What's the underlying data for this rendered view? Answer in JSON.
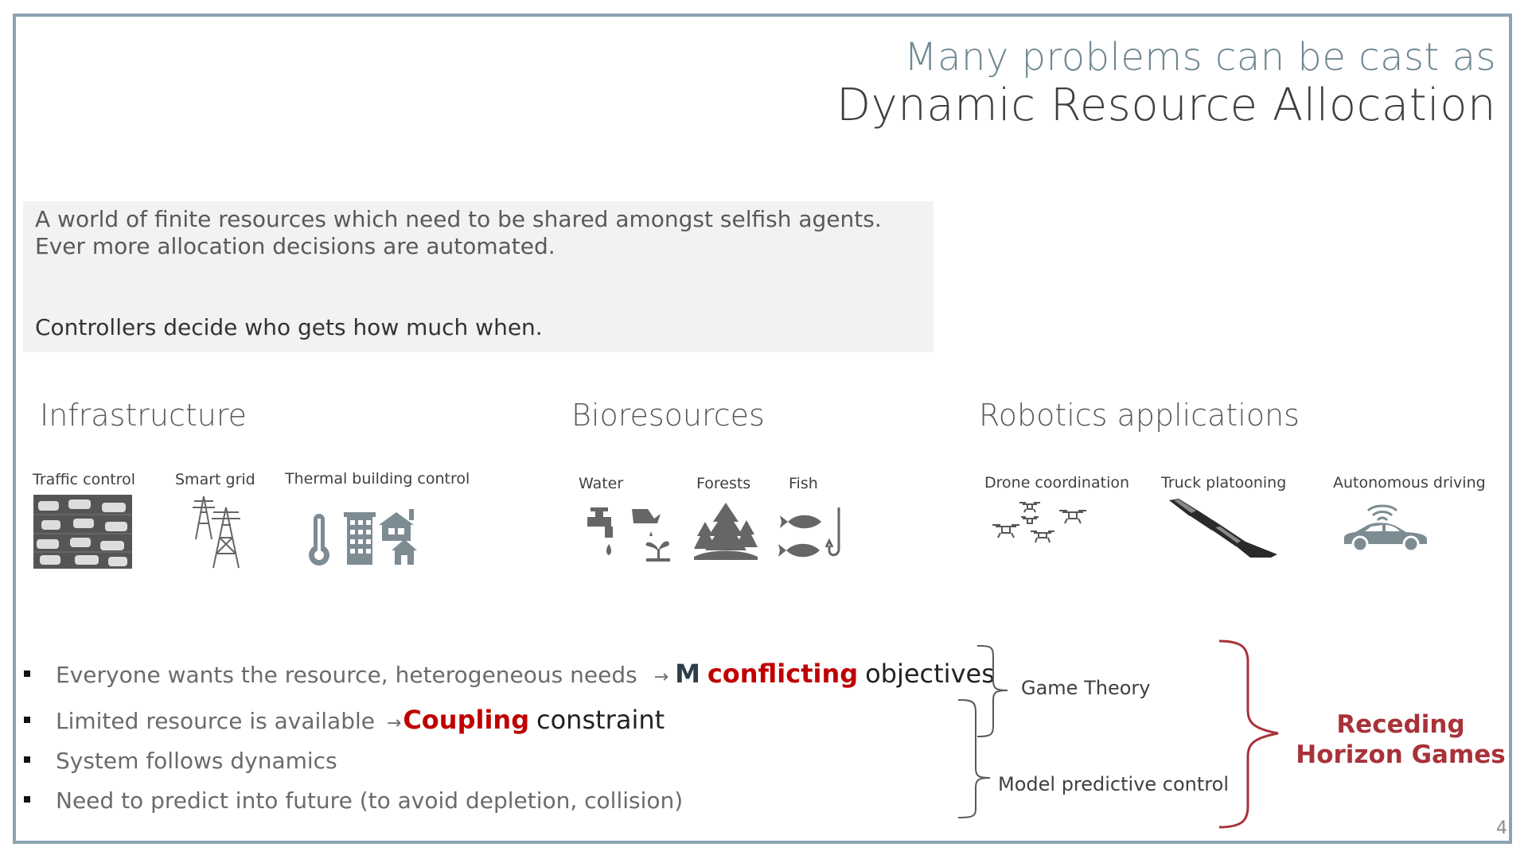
{
  "title": {
    "line1": "Many problems can be cast as",
    "line2": "Dynamic Resource Allocation"
  },
  "intro": {
    "line1": "A world of finite resources which need to be shared amongst selfish agents.",
    "line2": "Ever more allocation decisions are automated.",
    "bold": "Controllers decide who gets how much when."
  },
  "categories": {
    "infrastructure": {
      "heading": "Infrastructure",
      "items": [
        "Traffic control",
        "Smart grid",
        "Thermal building control"
      ]
    },
    "bioresources": {
      "heading": "Bioresources",
      "items": [
        "Water",
        "Forests",
        "Fish"
      ]
    },
    "robotics": {
      "heading": "Robotics applications",
      "items": [
        "Drone coordination",
        "Truck platooning",
        "Autonomous driving"
      ]
    }
  },
  "bullets": {
    "b1": {
      "text": "Everyone wants the resource, heterogeneous needs",
      "arrow": "→",
      "m": "M",
      "red": "conflicting",
      "tail": "objectives"
    },
    "b2": {
      "text": "Limited resource is available",
      "arrow": "→",
      "red": "Coupling",
      "tail": "constraint"
    },
    "b3": {
      "text": "System follows dynamics"
    },
    "b4": {
      "text": "Need to predict into future (to avoid depletion, collision)"
    }
  },
  "braces": {
    "game_theory": "Game Theory",
    "mpc": "Model predictive control",
    "result_line1": "Receding",
    "result_line2": "Horizon Games"
  },
  "colors": {
    "accent_red": "#c00000",
    "result_red": "#a8323a",
    "frame": "#8ba4b0",
    "icon_gray": "#6e6e6e"
  },
  "page_number": "4"
}
